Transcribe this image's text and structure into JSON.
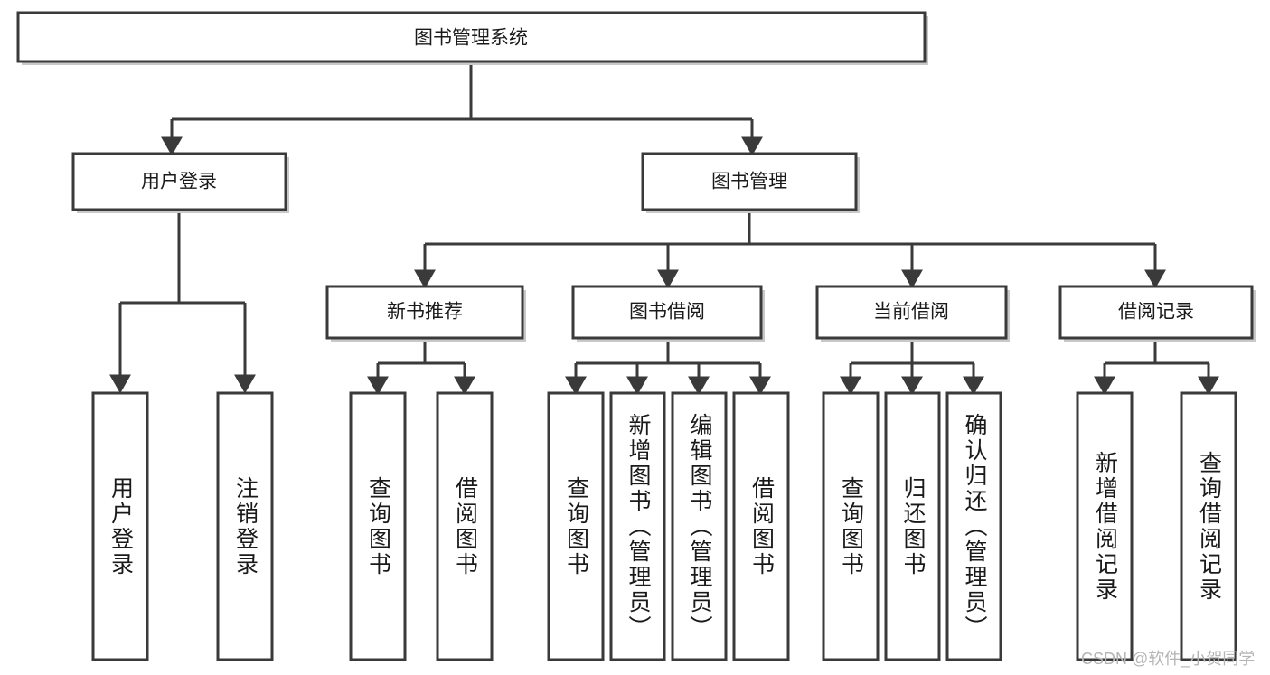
{
  "diagram": {
    "type": "tree",
    "title": "图书管理系统",
    "orientation": "top-down",
    "colors": {
      "box_stroke": "#3a3a3a",
      "box_fill": "#ffffff",
      "connector": "#3a3a3a",
      "text": "#1a1a1a",
      "watermark": "#b4b4b4",
      "background": "#ffffff"
    },
    "root": {
      "label": "图书管理系统"
    },
    "level2": [
      {
        "label": "用户登录"
      },
      {
        "label": "图书管理"
      }
    ],
    "level3": [
      {
        "label": "新书推荐"
      },
      {
        "label": "图书借阅"
      },
      {
        "label": "当前借阅"
      },
      {
        "label": "借阅记录"
      }
    ],
    "leaves": {
      "user_login": [
        {
          "label": "用户登录"
        },
        {
          "label": "注销登录"
        }
      ],
      "new_book_recommend": [
        {
          "label": "查询图书"
        },
        {
          "label": "借阅图书"
        }
      ],
      "book_borrow": [
        {
          "label": "查询图书"
        },
        {
          "label": "新增图书（管理员）"
        },
        {
          "label": "编辑图书（管理员）"
        },
        {
          "label": "借阅图书"
        }
      ],
      "current_borrow": [
        {
          "label": "查询图书"
        },
        {
          "label": "归还图书"
        },
        {
          "label": "确认归还（管理员）"
        }
      ],
      "borrow_record": [
        {
          "label": "新增借阅记录"
        },
        {
          "label": "查询借阅记录"
        }
      ]
    },
    "watermark": {
      "text": "CSDN @软件_小贺同学"
    }
  }
}
